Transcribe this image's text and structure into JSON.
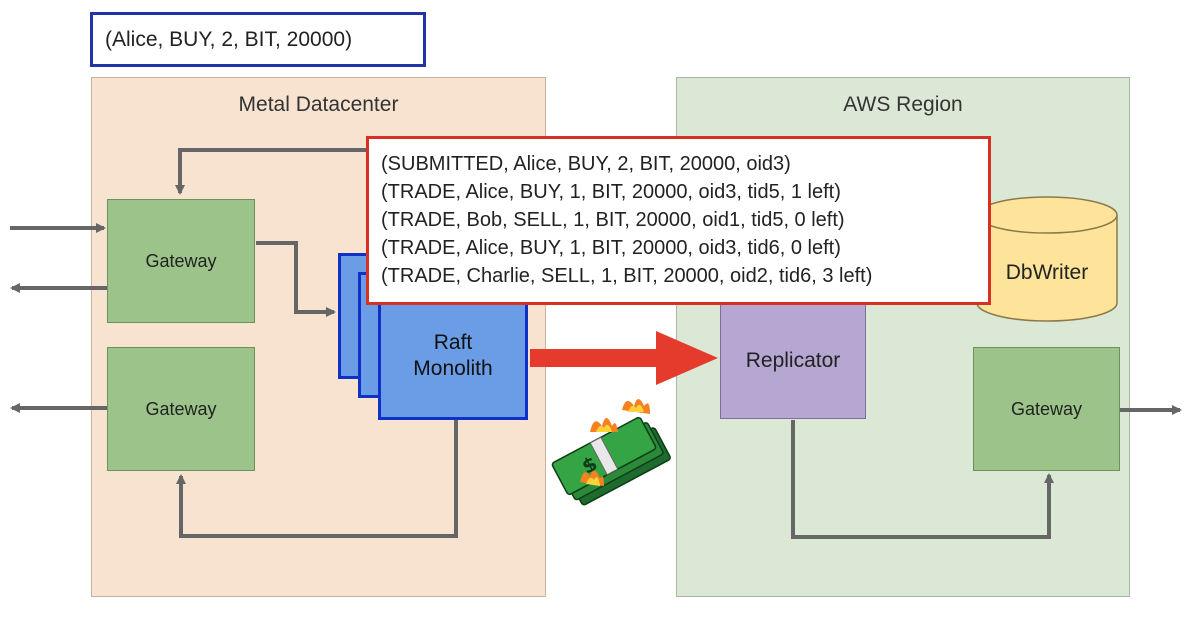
{
  "order": {
    "text": "(Alice, BUY, 2, BIT, 20000)"
  },
  "metal_datacenter": {
    "title": "Metal Datacenter",
    "gateway_top": "Gateway",
    "gateway_bottom": "Gateway",
    "raft_line1": "Raft",
    "raft_line2": "Monolith"
  },
  "aws_region": {
    "title": "AWS Region",
    "replicator": "Replicator",
    "dbwriter": "DbWriter",
    "gateway": "Gateway"
  },
  "events": [
    "(SUBMITTED, Alice, BUY, 2, BIT, 20000, oid3)",
    "(TRADE, Alice, BUY, 1, BIT, 20000, oid3, tid5, 1 left)",
    "(TRADE, Bob, SELL, 1, BIT, 20000, oid1, tid5, 0 left)",
    "(TRADE, Alice, BUY, 1, BIT, 20000, oid3, tid6, 0 left)",
    "(TRADE, Charlie, SELL, 1, BIT, 20000, oid2, tid6, 3 left)"
  ],
  "colors": {
    "metal_bg": "#f7e3cf",
    "aws_bg": "#dce8d6",
    "gateway": "#9cc48a",
    "raft": "#6a9de6",
    "replicator": "#b5a7d1",
    "dbwriter": "#fde49a",
    "event_border": "#d93025",
    "order_border": "#2233aa",
    "arrow_red": "#e53b2c",
    "arrow_gray": "#666666"
  },
  "icons": [
    "burning-money-icon"
  ]
}
